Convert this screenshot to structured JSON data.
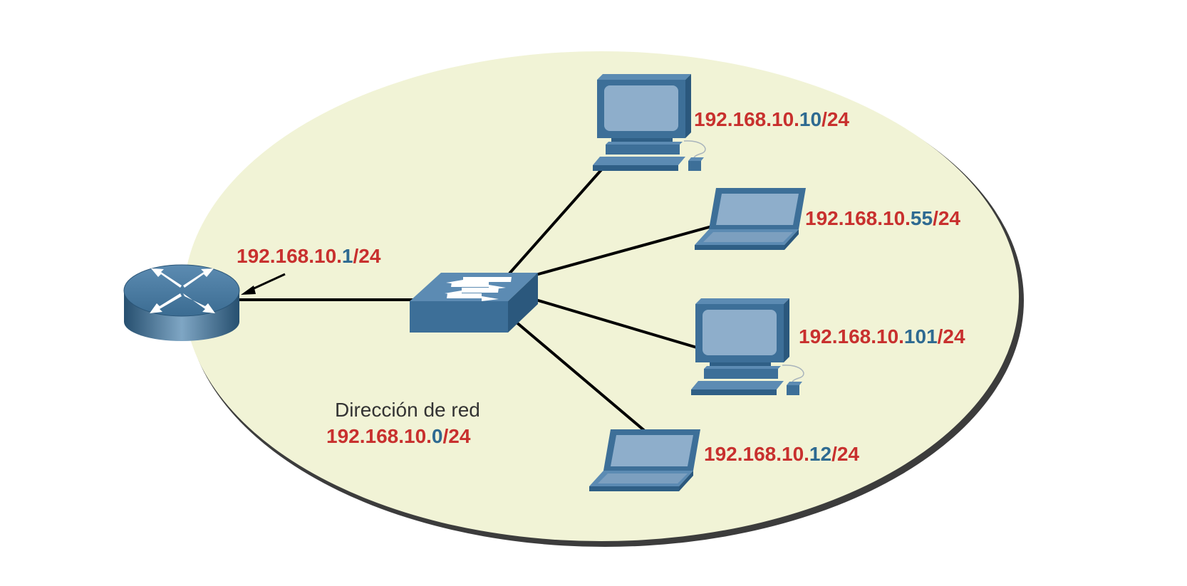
{
  "colors": {
    "network_part": "#c8302e",
    "host_part": "#2e6a91",
    "ellipse_fill": "#f1f3d6",
    "device_blue": "#3d6f98",
    "screen_blue": "#8eaecb",
    "link": "#000000"
  },
  "router": {
    "icon": "router-icon",
    "address": {
      "network": "192.168.10.",
      "host": "1",
      "mask": "/24"
    }
  },
  "switch": {
    "icon": "switch-icon"
  },
  "network_label": {
    "caption": "Dirección de red",
    "address": {
      "network": "192.168.10.",
      "host": "0",
      "mask": "/24"
    }
  },
  "hosts": [
    {
      "icon": "desktop-computer-icon",
      "address": {
        "network": "192.168.10.",
        "host": "10",
        "mask": "/24"
      }
    },
    {
      "icon": "laptop-icon",
      "address": {
        "network": "192.168.10.",
        "host": "55",
        "mask": "/24"
      }
    },
    {
      "icon": "desktop-computer-icon",
      "address": {
        "network": "192.168.10.",
        "host": "101",
        "mask": "/24"
      }
    },
    {
      "icon": "laptop-icon",
      "address": {
        "network": "192.168.10.",
        "host": "12",
        "mask": "/24"
      }
    }
  ]
}
